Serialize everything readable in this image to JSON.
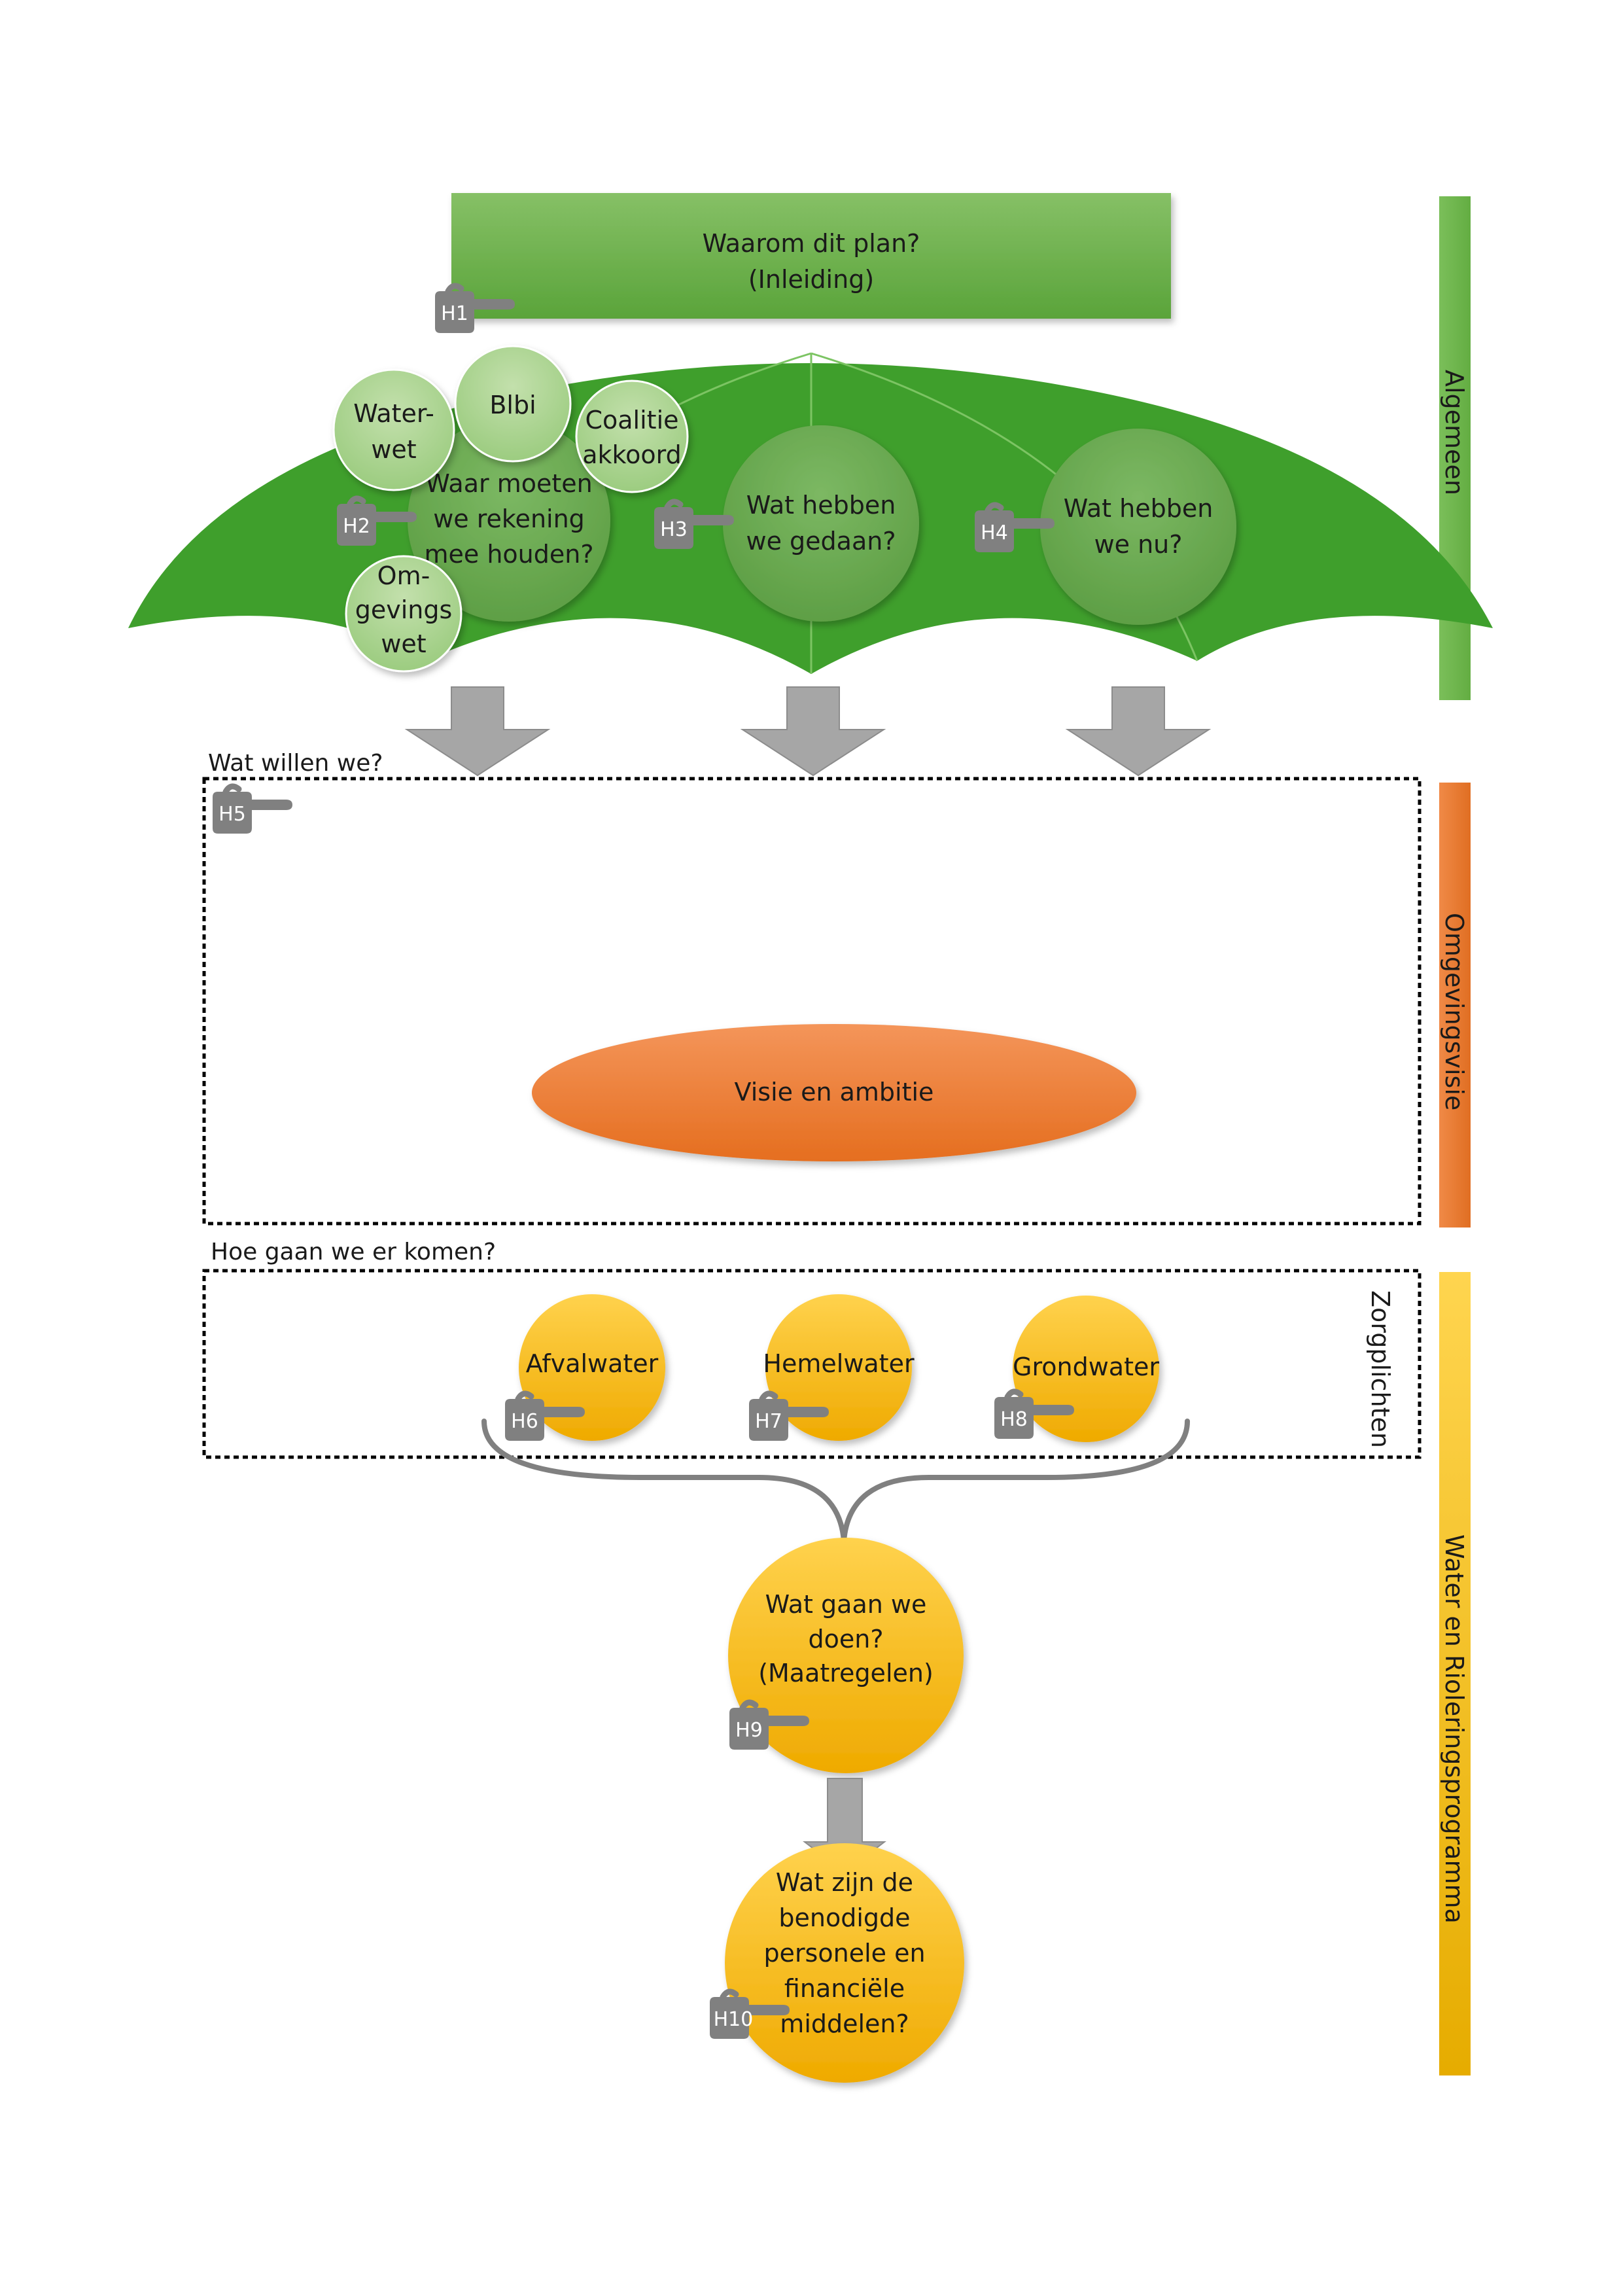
{
  "top_box": {
    "line1": "Waarom dit plan?",
    "line2": "(Inleiding)"
  },
  "bubbles": {
    "waterwet": {
      "line1": "Water-",
      "line2": "wet"
    },
    "blbi": "Blbi",
    "coalitie": {
      "line1": "Coalitie",
      "line2": "akkoord"
    },
    "omgevingswet": {
      "line1": "Om-",
      "line2": "gevings",
      "line3": "wet"
    }
  },
  "main_circles": {
    "rekening": {
      "line1": "Waar moeten",
      "line2": "we rekening",
      "line3": "mee houden?"
    },
    "gedaan": {
      "line1": "Wat hebben",
      "line2": "we gedaan?"
    },
    "nu": {
      "line1": "Wat hebben",
      "line2": "we nu?"
    }
  },
  "chapters": {
    "h1": "H1",
    "h2": "H2",
    "h3": "H3",
    "h4": "H4",
    "h5": "H5",
    "h6": "H6",
    "h7": "H7",
    "h8": "H8",
    "h9": "H9",
    "h10": "H10"
  },
  "section_vision": {
    "caption": "Wat willen we?",
    "ellipse": "Visie en ambitie"
  },
  "section_duties": {
    "caption": "Hoe gaan we er komen?",
    "side_label": "Zorgplichten",
    "items": [
      "Afvalwater",
      "Hemelwater",
      "Grondwater"
    ]
  },
  "measures": {
    "line1": "Wat gaan we",
    "line2": "doen?",
    "line3": "(Maatregelen)"
  },
  "resources": {
    "line1": "Wat zijn de",
    "line2": "benodigde",
    "line3": "personele en",
    "line4": "financiële",
    "line5": "middelen?"
  },
  "side_bars": {
    "algemeen": "Algemeen",
    "omgevingsvisie": "Omgevingsvisie",
    "programma": "Water en Rioleringsprogramma"
  },
  "colors": {
    "green_dark": "#3f9f2c",
    "green_circle": "#6aa84f",
    "green_light": "#a9d08e",
    "orange": "#ed7d31",
    "yellow": "#ffc000",
    "arrow_grey": "#a6a6a6",
    "hand_grey": "#808080"
  }
}
